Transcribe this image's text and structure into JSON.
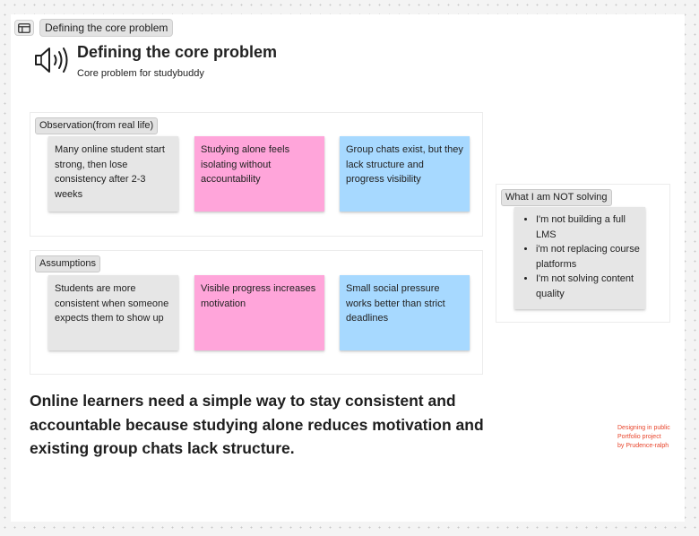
{
  "frame": {
    "name": "Defining the core problem",
    "icon": "frame-icon"
  },
  "header": {
    "title": "Defining the core problem",
    "subtitle": "Core problem for studybuddy",
    "icon": "speaker-icon"
  },
  "observation": {
    "label": "Observation(from real life)",
    "notes": [
      {
        "text": "Many online student start strong, then lose consistency after 2-3 weeks",
        "color": "#e6e6e6"
      },
      {
        "text": "Studying alone feels isolating without accountability",
        "color": "#ffa5da"
      },
      {
        "text": "Group chats exist, but they lack structure and progress visibility",
        "color": "#a7d9ff"
      }
    ]
  },
  "assumptions": {
    "label": "Assumptions",
    "notes": [
      {
        "text": "Students are more consistent when someone expects them to show up",
        "color": "#e6e6e6"
      },
      {
        "text": "Visible progress increases motivation",
        "color": "#ffa5da"
      },
      {
        "text": "Small social pressure works better than strict deadlines",
        "color": "#a7d9ff"
      }
    ]
  },
  "not_solving": {
    "label": "What I am NOT solving",
    "items": [
      "I'm not building a full LMS",
      "i'm not replacing course platforms",
      "I'm not solving content quality"
    ]
  },
  "problem_statement": "Online learners need a simple way to stay consistent and accountable because studying alone reduces motivation and existing group chats lack structure.",
  "credit": {
    "line1": "Designing in public",
    "line2": "Portfolio project",
    "line3": "by Prudence-ralph",
    "color": "#e8452c"
  }
}
